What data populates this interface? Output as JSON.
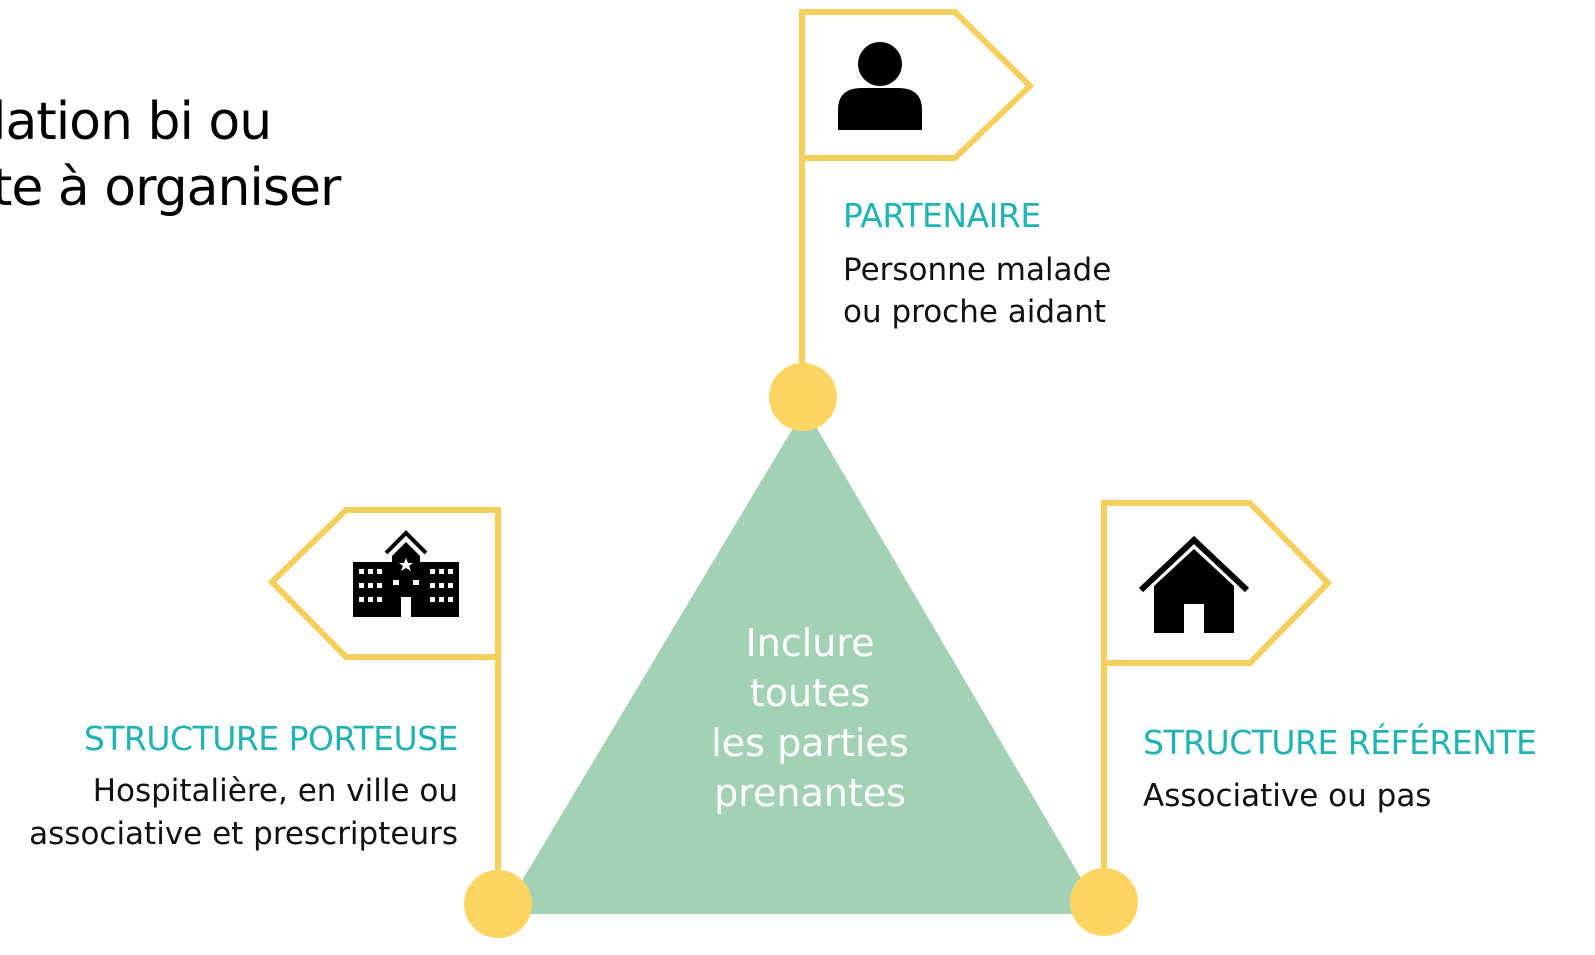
{
  "title": {
    "line1": "lation bi ou",
    "line2": "te à organiser"
  },
  "center": {
    "lines": [
      "Inclure",
      "toutes",
      "les parties",
      "prenantes"
    ]
  },
  "partenaire": {
    "heading": "PARTENAIRE",
    "desc_line1": "Personne malade",
    "desc_line2": "ou proche aidant",
    "icon": "person-icon"
  },
  "structure_porteuse": {
    "heading": "STRUCTURE PORTEUSE",
    "desc_line1": "Hospitalière, en ville ou",
    "desc_line2": "associative et prescripteurs",
    "icon": "hospital-icon"
  },
  "structure_referente": {
    "heading": "STRUCTURE RÉFÉRENTE",
    "desc_line1": "Associative ou pas",
    "icon": "house-icon"
  },
  "colors": {
    "accent_yellow": "#fdd563",
    "flag_border": "#f5d05e",
    "triangle_green": "#a3d1b3",
    "heading_teal": "#20b3b3",
    "icon_black": "#000000"
  }
}
